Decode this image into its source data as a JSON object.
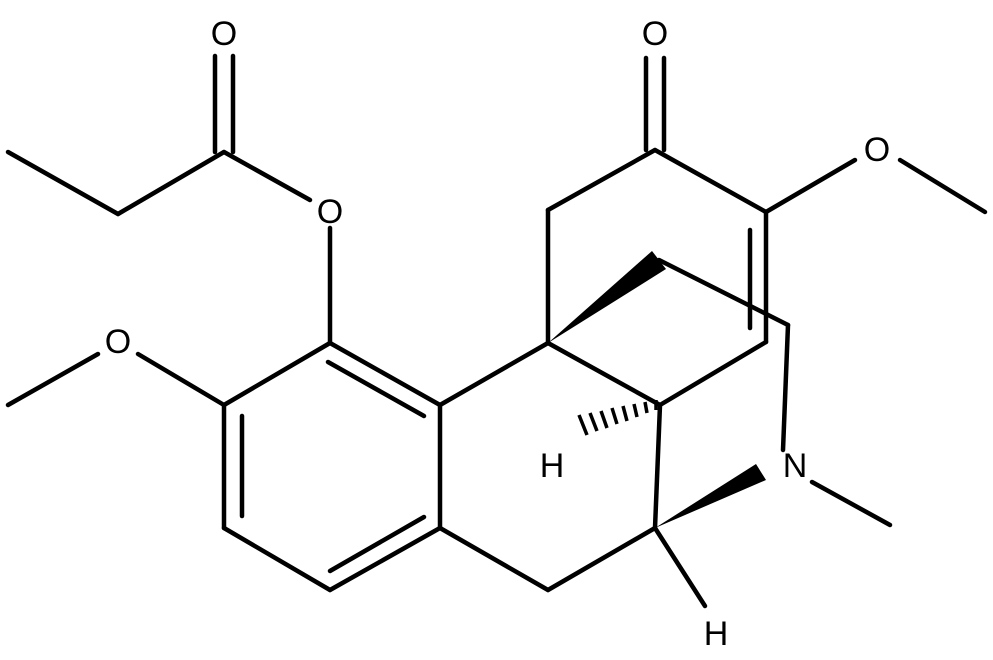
{
  "molecule": {
    "atom_labels": {
      "o_carbonyl_ester": "O",
      "o_ester": "O",
      "o_methoxy_aryl": "O",
      "o_ketone": "O",
      "o_methoxy_enone": "O",
      "n_amine": "N",
      "h_ring_junction": "H",
      "h_bridgehead": "H"
    }
  }
}
